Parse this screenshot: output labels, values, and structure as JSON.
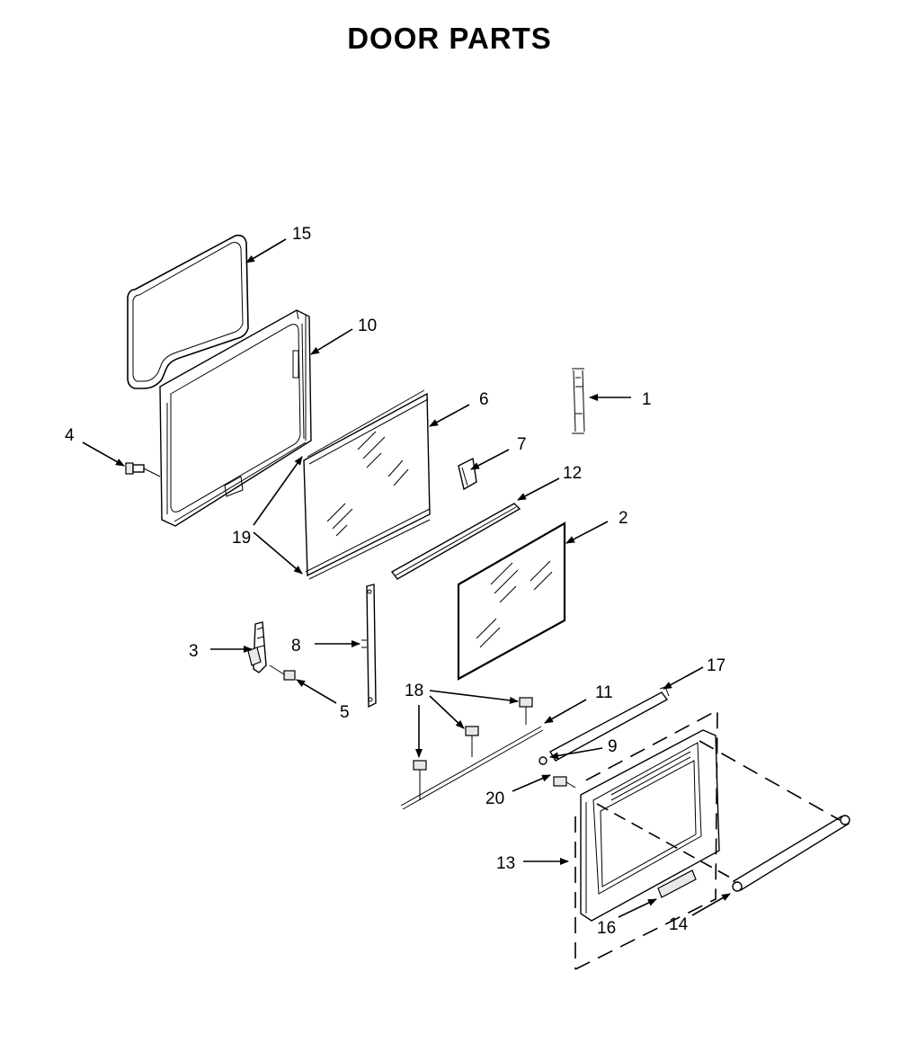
{
  "title": "DOOR PARTS",
  "callouts": {
    "c1": "1",
    "c2": "2",
    "c3": "3",
    "c4": "4",
    "c5": "5",
    "c6": "6",
    "c7": "7",
    "c8": "8",
    "c9": "9",
    "c10": "10",
    "c11": "11",
    "c12": "12",
    "c13": "13",
    "c14": "14",
    "c15": "15",
    "c16": "16",
    "c17": "17",
    "c18": "18",
    "c19": "19",
    "c20": "20"
  }
}
